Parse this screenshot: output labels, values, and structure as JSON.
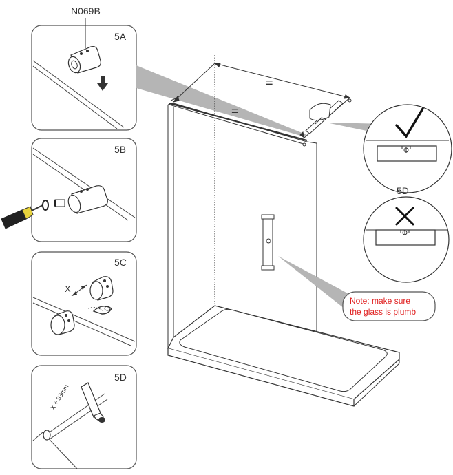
{
  "part_code": "N069B",
  "steps": {
    "a": "5A",
    "b": "5B",
    "c": "5C",
    "d": "5D"
  },
  "equal_mark": "=",
  "dimension_x": "X",
  "dimension_offset": "X + 33mm",
  "plumb_panel_label": "5D",
  "note": {
    "line1": "Note: make sure",
    "line2": "the glass is plumb"
  },
  "colors": {
    "line": "#333333",
    "pointer": "#b5b5b5",
    "note": "#e02020",
    "screwdriver_tip": "#e8d33c"
  }
}
